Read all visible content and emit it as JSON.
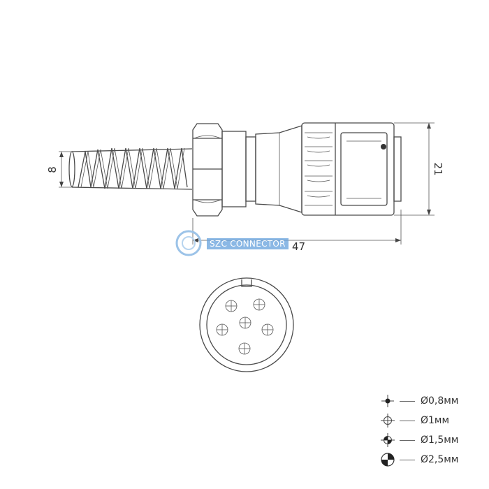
{
  "dimensions": {
    "cable_diameter": "8",
    "overall_length": "47",
    "body_diameter": "21"
  },
  "legend": [
    {
      "icon": "pin-0-8mm-icon",
      "label": "Ø0,8мм"
    },
    {
      "icon": "pin-1mm-icon",
      "label": "Ø1мм"
    },
    {
      "icon": "pin-1-5mm-icon",
      "label": "Ø1,5мм"
    },
    {
      "icon": "pin-2-5mm-icon",
      "label": "Ø2,5мм"
    }
  ],
  "watermark": {
    "text": "SZC CONNECTOR"
  },
  "colors": {
    "line": "#4a4a4a",
    "watermark": "#64a0dc"
  }
}
